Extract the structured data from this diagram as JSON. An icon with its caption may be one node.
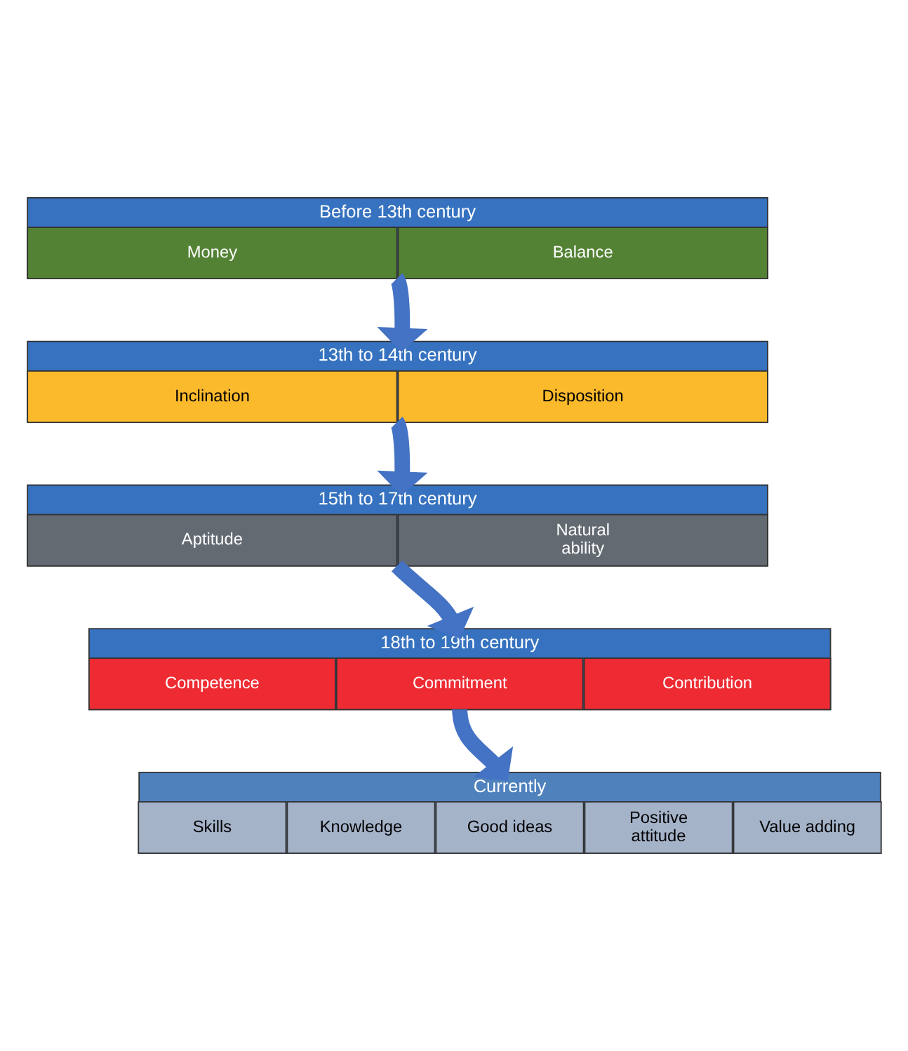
{
  "diagram": {
    "nodes": [
      {
        "text": [
          "Before 13th century"
        ]
      },
      {
        "text": [
          "Money"
        ],
        "in": 0
      },
      {
        "text": [
          "Balance"
        ],
        "in": 0
      },
      {
        "text": [
          "13th to 14th century"
        ]
      },
      {
        "text": [
          "Inclination"
        ],
        "in": 3
      },
      {
        "text": [
          "Disposition"
        ],
        "in": 3
      },
      {
        "text": [
          "15th to 17th century"
        ]
      },
      {
        "text": [
          "Aptitude"
        ],
        "in": 6
      },
      {
        "text": [
          "Natural ability"
        ],
        "in": 6
      },
      {
        "text": [
          "18th to 19th century"
        ]
      },
      {
        "text": [
          "Competence"
        ],
        "in": 9
      },
      {
        "text": [
          "Commitment"
        ],
        "in": 9
      },
      {
        "text": [
          "Contribution"
        ],
        "in": 9
      },
      {
        "text": [
          "Currently"
        ]
      },
      {
        "text": [
          "Skills"
        ],
        "in": 13
      },
      {
        "text": [
          "Knowledge"
        ],
        "in": 13
      },
      {
        "text": [
          "Good ideas"
        ],
        "in": 13
      },
      {
        "text": [
          "Positive attitude"
        ],
        "in": 13
      },
      {
        "text": [
          "Value adding"
        ],
        "in": 13
      }
    ],
    "edges": [
      {
        "from": 0,
        "to": 3,
        "arrow": "to"
      },
      {
        "from": 3,
        "to": 6,
        "arrow": "to"
      },
      {
        "from": 6,
        "to": 9,
        "arrow": "to"
      },
      {
        "from": 9,
        "to": 13,
        "arrow": "to"
      }
    ]
  }
}
